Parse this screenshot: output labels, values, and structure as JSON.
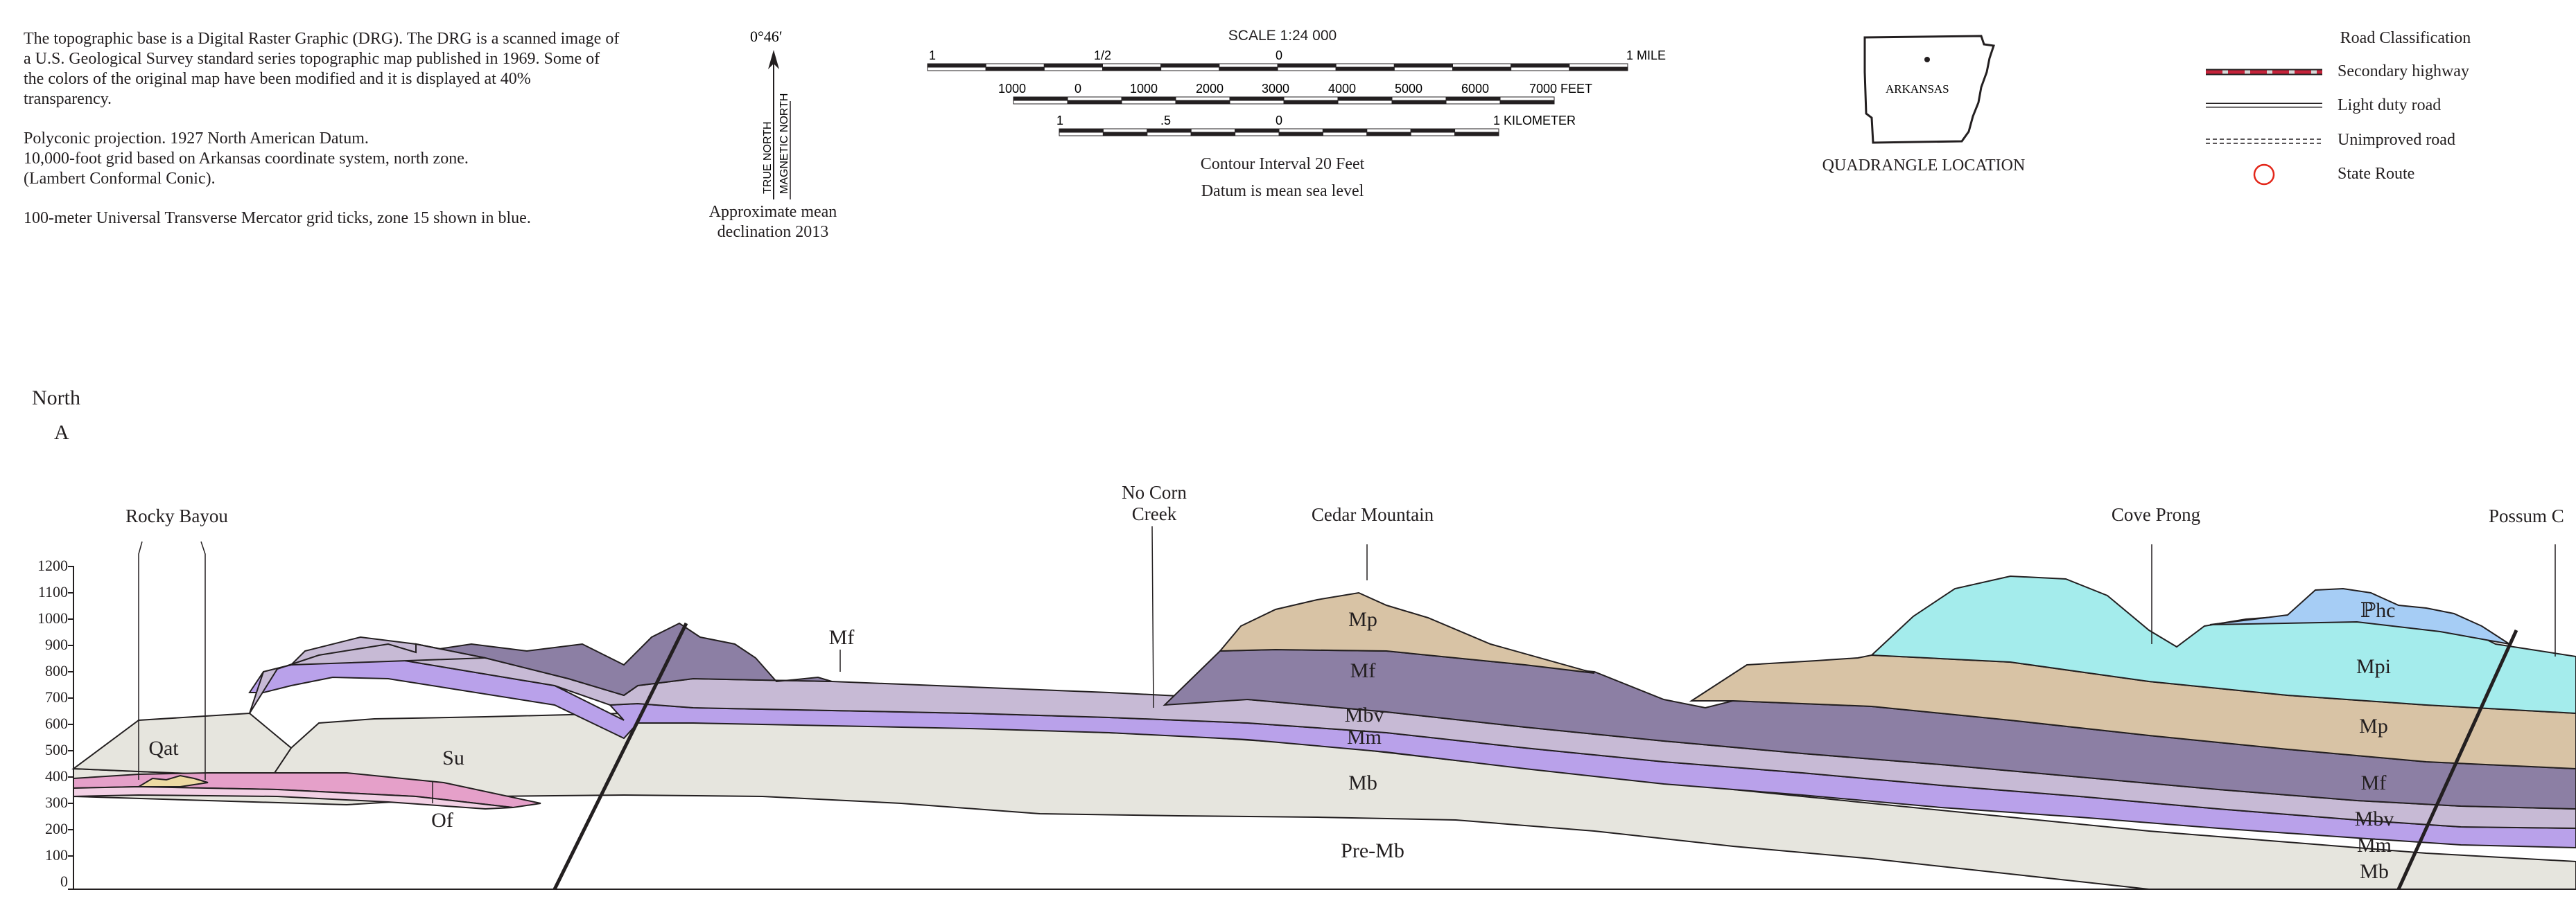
{
  "info": {
    "para1": "The topographic base is a Digital Raster Graphic (DRG). The DRG is a scanned image of a U.S. Geological Survey standard series topographic map published in 1969. Some of the colors of the original map have been modified and it is displayed at 40% transparency.",
    "para2_line1": "Polyconic projection. 1927 North American Datum.",
    "para2_line2": "10,000-foot grid based on Arkansas coordinate system, north zone.",
    "para2_line3": "(Lambert Conformal Conic).",
    "para3": "100-meter Universal Transverse Mercator grid ticks, zone 15 shown in blue."
  },
  "declination": {
    "angle": "0°46′",
    "true_north": "TRUE NORTH",
    "magnetic_north": "MAGNETIC NORTH",
    "caption": "Approximate mean declination 2013"
  },
  "scale": {
    "title": "SCALE 1:24 000",
    "mile_labels": [
      "1",
      "1/2",
      "0",
      "1 MILE"
    ],
    "feet_labels": [
      "1000",
      "0",
      "1000",
      "2000",
      "3000",
      "4000",
      "5000",
      "6000",
      "7000 FEET"
    ],
    "km_labels": [
      "1",
      ".5",
      "0",
      "1 KILOMETER"
    ],
    "contour_interval": "Contour Interval 20 Feet",
    "datum": "Datum is mean sea level"
  },
  "quadrangle": {
    "state_label": "ARKANSAS",
    "caption": "QUADRANGLE LOCATION"
  },
  "roads": {
    "title": "Road Classification",
    "items": [
      {
        "label": "Secondary highway"
      },
      {
        "label": "Light duty road"
      },
      {
        "label": "Unimproved road"
      },
      {
        "label": "State Route"
      }
    ]
  },
  "cross_section": {
    "direction": "North",
    "section_letter": "A",
    "y_axis_ticks": [
      "1200",
      "1100",
      "1000",
      "900",
      "800",
      "700",
      "600",
      "500",
      "400",
      "300",
      "200",
      "100",
      "0"
    ],
    "features": {
      "rocky_bayou": "Rocky Bayou",
      "no_corn_creek_1": "No Corn",
      "no_corn_creek_2": "Creek",
      "cedar_mountain": "Cedar Mountain",
      "cove_prong": "Cove Prong",
      "possum": "Possum C"
    },
    "units": {
      "qat": "Qat",
      "su": "Su",
      "of": "Of",
      "mf_top": "Mf",
      "mp": "Mp",
      "mf": "Mf",
      "mbv": "Mbv",
      "mm": "Mm",
      "mb": "Mb",
      "pre_mb": "Pre-Mb",
      "phc": "ℙhc",
      "mpi": "Mpi",
      "mp_r": "Mp",
      "mf_r": "Mf",
      "mbv_r": "Mbv",
      "mm_r": "Mm",
      "mb_r": "Mb"
    },
    "colors": {
      "pre_mb": "#ffffff",
      "mb": "#e6e5de",
      "mm": "#b9a1ea",
      "mbv": "#c7bad5",
      "mf": "#8c7fa4",
      "mp": "#d8c3a5",
      "mpi": "#a4ecec",
      "phc": "#a6cdf5",
      "su": "#e5a0c9",
      "of": "#f2d0e4",
      "qat": "#eddaa3"
    }
  }
}
